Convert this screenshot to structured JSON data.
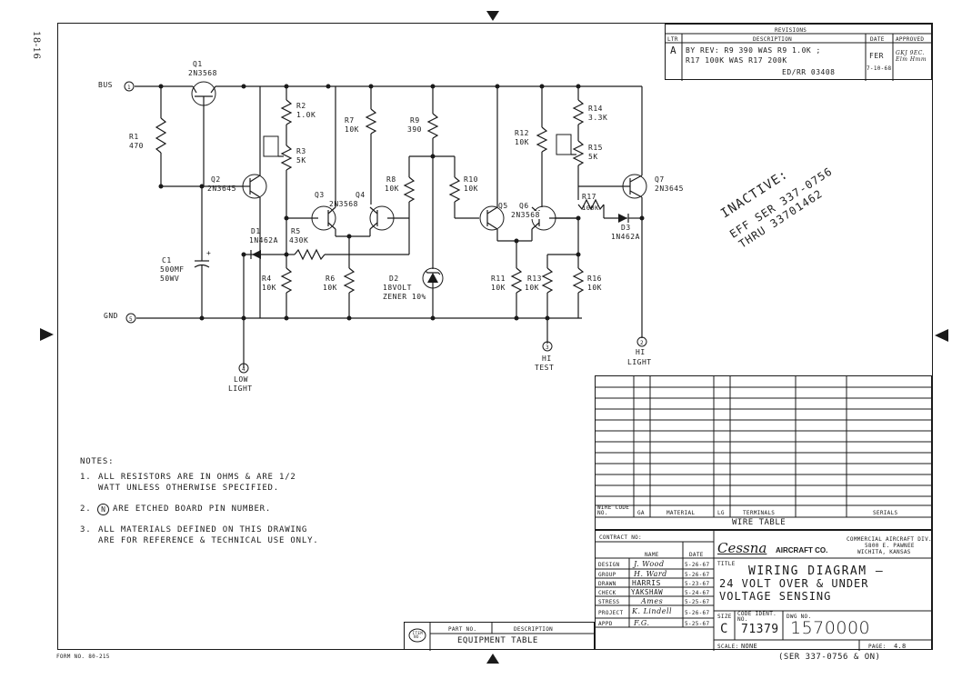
{
  "page_margin_label": "18-16",
  "form_no": "FORM NO. 80-215",
  "revisions": {
    "header": "REVISIONS",
    "col_ltr": "LTR",
    "col_description": "DESCRIPTION",
    "col_date": "DATE",
    "col_approved": "APPROVED",
    "entries": [
      {
        "ltr": "A",
        "line1": "BY REV: R9 390 WAS R9 1.0K ;",
        "line2": "R17 100K WAS R17 200K",
        "line3": "ED/RR 03408",
        "who": "FER",
        "date": "7-10-68",
        "approved": "GKJ 9EC. Elm Hmm"
      }
    ]
  },
  "stamp": {
    "line1": "INACTIVE:",
    "line2": "EFF SER 337-0756",
    "line3": "THRU 33701462"
  },
  "circuit": {
    "pins": {
      "bus": "BUS",
      "bus_pin": "1",
      "gnd": "GND",
      "gnd_pin": "5",
      "low_pin": "4",
      "low_line1": "LOW",
      "low_line2": "LIGHT",
      "test_pin": "3",
      "test_line1": "HI",
      "test_line2": "TEST",
      "hi_pin": "2",
      "hi_line1": "HI",
      "hi_line2": "LIGHT"
    },
    "components": {
      "q1": "Q1",
      "q1_val": "2N3568",
      "q2": "Q2",
      "q2_val": "2N3645",
      "q3": "Q3",
      "q4": "Q4",
      "q34_val": "2N3568",
      "q5": "Q5",
      "q6": "Q6",
      "q56_val": "2N3568",
      "q7": "Q7",
      "q7_val": "2N3645",
      "r1": "R1",
      "r1_val": "470",
      "r2": "R2",
      "r2_val": "1.0K",
      "r3": "R3",
      "r3_val": "5K",
      "r4": "R4",
      "r4_val": "10K",
      "r5": "R5",
      "r5_val": "430K",
      "r6": "R6",
      "r6_val": "10K",
      "r7": "R7",
      "r7_val": "10K",
      "r8": "R8",
      "r8_val": "10K",
      "r9": "R9",
      "r9_val": "390",
      "r10": "R10",
      "r10_val": "10K",
      "r11": "R11",
      "r11_val": "10K",
      "r12": "R12",
      "r12_val": "10K",
      "r13": "R13",
      "r13_val": "10K",
      "r14": "R14",
      "r14_val": "3.3K",
      "r15": "R15",
      "r15_val": "5K",
      "r16": "R16",
      "r16_val": "10K",
      "r17": "R17",
      "r17_val": "100K",
      "c1": "C1",
      "c1_val": "500µF",
      "c1_v": "50WV",
      "d1": "D1",
      "d1_val": "1N462A",
      "d2": "D2",
      "d2_val1": "18VOLT",
      "d2_val2": "ZENER 10%",
      "d3": "D3",
      "d3_val": "1N462A"
    }
  },
  "notes": {
    "heading": "NOTES:",
    "n1_num": "1.",
    "n1_line1": "ALL RESISTORS ARE IN OHMS & ARE 1/2",
    "n1_line2": "WATT UNLESS OTHERWISE SPECIFIED.",
    "n2_num": "2.",
    "n2_symbol": "N",
    "n2_text": "ARE ETCHED BOARD PIN NUMBER.",
    "n3_num": "3.",
    "n3_line1": "ALL MATERIALS DEFINED ON THIS DRAWING",
    "n3_line2": "ARE FOR REFERENCE & TECHNICAL USE ONLY."
  },
  "wire_table": {
    "col_wire": "WIRE CODE NO.",
    "col_ga": "GA",
    "col_material": "MATERIAL",
    "col_lg": "LG",
    "col_terminals": "TERMINALS",
    "col_serials": "SERIALS",
    "caption": "WIRE TABLE"
  },
  "title_block": {
    "contract": "CONTRACT NO:",
    "col_name": "NAME",
    "col_date": "DATE",
    "rows": [
      {
        "role": "DESIGN",
        "name": "J. Wood",
        "date": "5-26-67"
      },
      {
        "role": "GROUP",
        "name": "H. Ward",
        "date": "5-26-67"
      },
      {
        "role": "DRAWN",
        "name": "HARRIS",
        "date": "5-23-67"
      },
      {
        "role": "CHECK",
        "name": "YAKSHAW",
        "date": "5-24-67"
      },
      {
        "role": "STRESS",
        "name": "Ames",
        "date": "5-25-67"
      },
      {
        "role": "PROJECT",
        "name": "K. Lindell",
        "date": "5-26-67"
      },
      {
        "role": "APPD",
        "name": "F.G.",
        "date": "5-25-67"
      }
    ],
    "company_logo": "Cessna",
    "company_logo_suffix": "AIRCRAFT CO.",
    "division_line1": "COMMERCIAL AIRCRAFT DIV.",
    "division_line2": "5800 E. PAWNEE",
    "division_line3": "WICHITA, KANSAS",
    "title_label": "TITLE",
    "title_line1": "WIRING DIAGRAM —",
    "title_line2": "24 VOLT OVER & UNDER",
    "title_line3": "VOLTAGE SENSING",
    "size_label": "SIZE",
    "size": "C",
    "code_label": "CODE IDENT. NO.",
    "code": "71379",
    "dwg_label": "DWG NO.",
    "dwg": "1570000",
    "scale_label": "SCALE:",
    "scale": "NONE",
    "page_label": "PAGE:",
    "page": "4.8",
    "serial_note": "(SER 337-0756 & ON)"
  },
  "equipment_table": {
    "item_no": "ITEM NO.",
    "col_part": "PART NO.",
    "col_desc": "DESCRIPTION",
    "caption": "EQUIPMENT TABLE"
  }
}
